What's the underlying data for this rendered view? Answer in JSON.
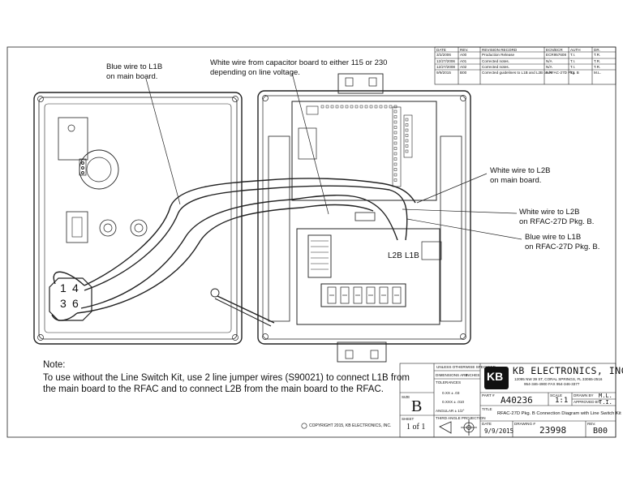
{
  "callouts": {
    "blue_l1b_main": [
      "Blue wire to L1B",
      "on main board."
    ],
    "white_cap": [
      "White wire from capacitor board to either 115 or 230",
      "depending on line voltage."
    ],
    "white_l2b_main": [
      "White wire to L2B",
      "on main board."
    ],
    "white_l2b_rfac": [
      "White wire to L2B",
      "on RFAC-27D Pkg. B."
    ],
    "blue_l1b_rfac": [
      "Blue wire to L1B",
      "on RFAC-27D Pkg. B."
    ]
  },
  "terminals": {
    "l2b": "L2B",
    "l1b": "L1B"
  },
  "switch_digits": [
    "1",
    "4",
    "3",
    "6"
  ],
  "note": {
    "title": "Note:",
    "lines": [
      "To use without the Line Switch Kit, use 2 line jumper wires (S90021) to connect L1B from",
      "the main board to the RFAC and to connect L2B from the main board to the RFAC."
    ]
  },
  "revisions": {
    "headers": [
      "DATE",
      "REV.",
      "REVISION RECORD",
      "ECN/ECR",
      "AUTH",
      "DR."
    ],
    "rows": [
      [
        "3/2/2006",
        "A00",
        "Production Release",
        "ECR957608",
        "T.I.",
        "T.R."
      ],
      [
        "12/27/2006",
        "A01",
        "Corrected notes.",
        "N/A",
        "T.I.",
        "T.R."
      ],
      [
        "12/27/2008",
        "A02",
        "Corrected notes.",
        "N/A",
        "T.I.",
        "T.R."
      ],
      [
        "9/9/2015",
        "B00",
        "Corrected guidelines to L1B and L2B on RFAC-27D Pkg. B",
        "N/A",
        "T.I.",
        "M.L."
      ]
    ]
  },
  "title_block": {
    "company": "KB ELECTRONICS, INC.",
    "logo": "KB",
    "address": "12095 NW 39 ST, CORAL SPRINGS, FL 33065-2516",
    "phone": "954-346-4900  FAX 954-346-3377",
    "unless_noted": "UNLESS OTHERWISE SPECIFIED",
    "dims": "DIMENSIONS ARE",
    "inches": "INCHES",
    "tolerances": "TOLERANCES",
    "tol_rows": [
      "0.XX ± .03",
      "0.XXX ± .010"
    ],
    "angular": "ANGULAR ± 1/2°",
    "projection": "THIRD ANGLE PROJECTION",
    "size_label": "SIZE",
    "size": "B",
    "part_label": "PART #",
    "part": "A40236",
    "scale_label": "SCALE",
    "scale": "1:1",
    "drawn_label": "DRAWN BY",
    "drawn": "M.L.",
    "approved_label": "APPROVED BY",
    "approved": "T.I.",
    "title_label": "TITLE",
    "title": "RFAC-27D Pkg. B Connection Diagram with Line Switch Kit",
    "sheet_label": "SHEET",
    "sheet": "1 of 1",
    "date_label": "DATE",
    "date": "9/9/2015",
    "drawing_label": "DRAWING #",
    "drawing": "23998",
    "rev_label": "REV.",
    "rev": "B00"
  },
  "copyright": "COPYRIGHT 2015, KB ELECTRONICS, INC."
}
